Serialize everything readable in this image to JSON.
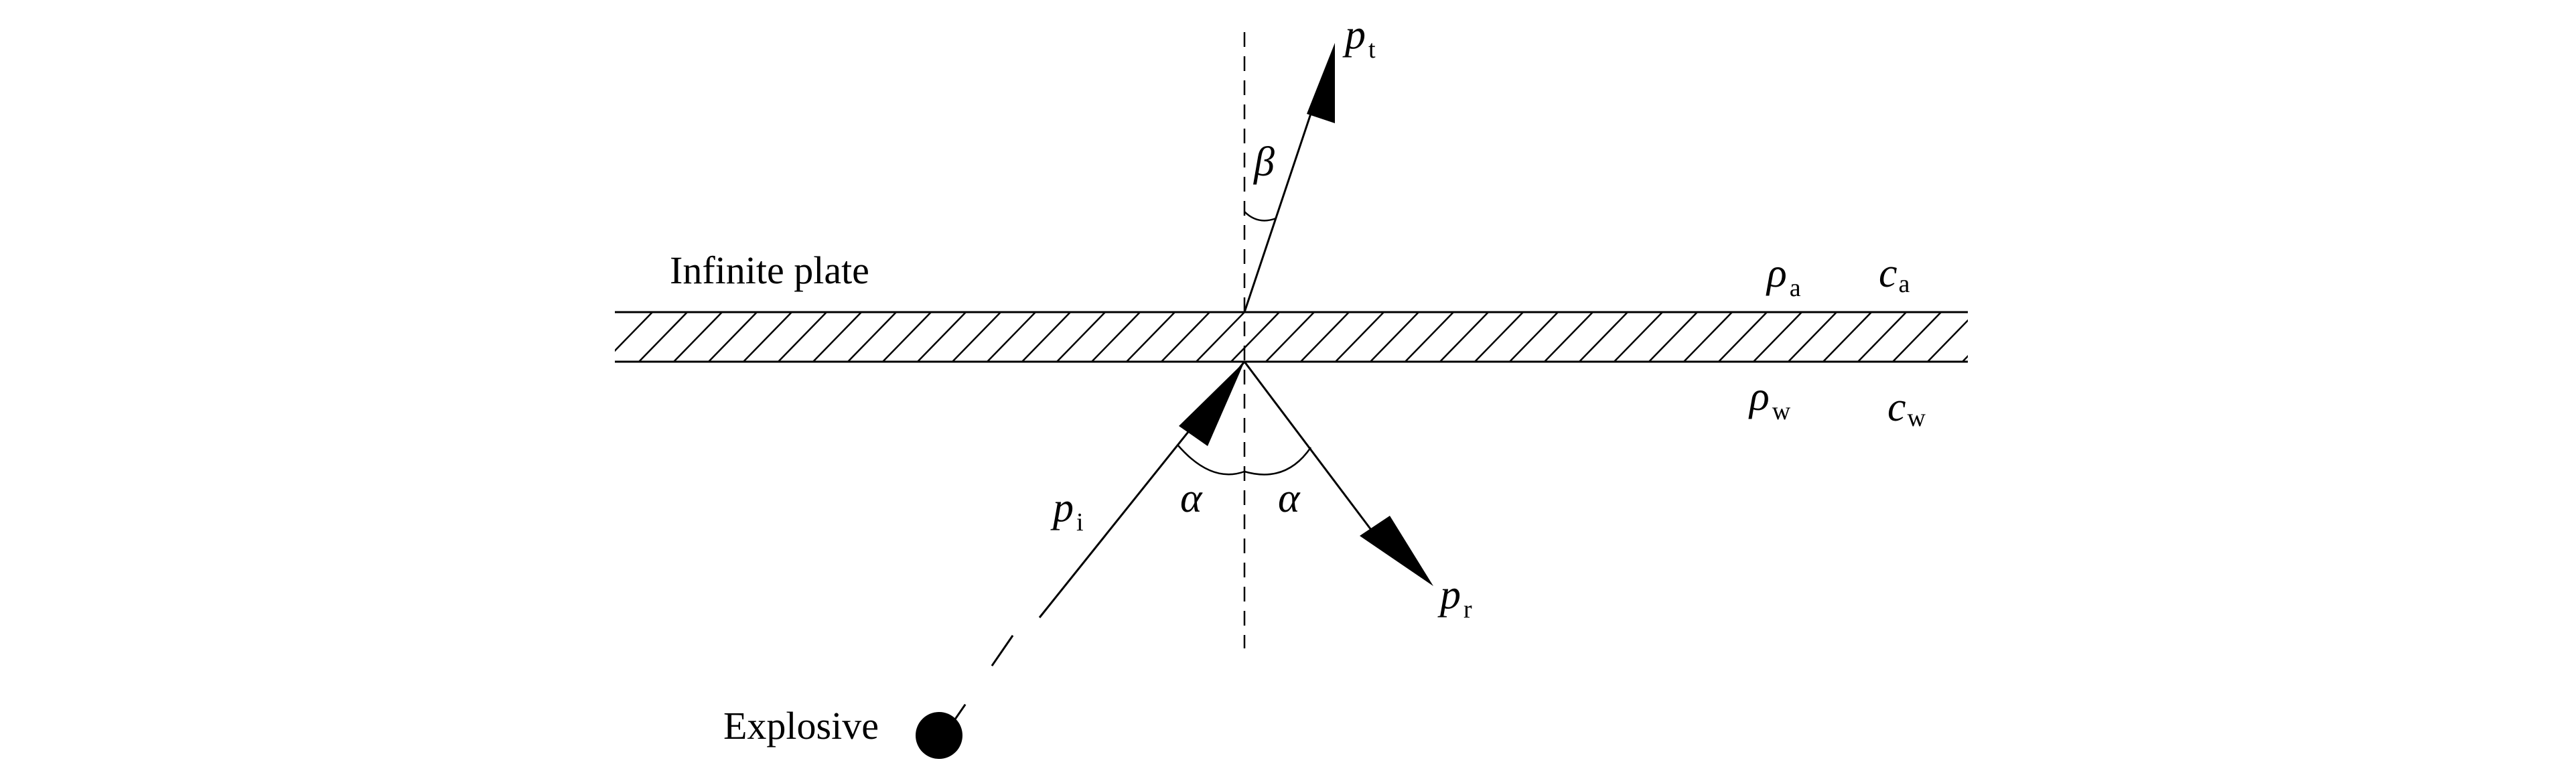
{
  "plate": {
    "label": "Infinite plate"
  },
  "source": {
    "label": "Explosive"
  },
  "pressures": {
    "incident": {
      "symbol": "p",
      "sub": "i"
    },
    "reflected": {
      "symbol": "p",
      "sub": "r"
    },
    "transmitted": {
      "symbol": "p",
      "sub": "t"
    }
  },
  "angles": {
    "incidence": "α",
    "reflection": "α",
    "transmission": "β"
  },
  "media": {
    "air": {
      "rho": {
        "symbol": "ρ",
        "sub": "a"
      },
      "c": {
        "symbol": "c",
        "sub": "a"
      }
    },
    "water": {
      "rho": {
        "symbol": "ρ",
        "sub": "w"
      },
      "c": {
        "symbol": "c",
        "sub": "w"
      }
    }
  },
  "colors": {
    "ink": "#000000",
    "background": "#ffffff"
  }
}
